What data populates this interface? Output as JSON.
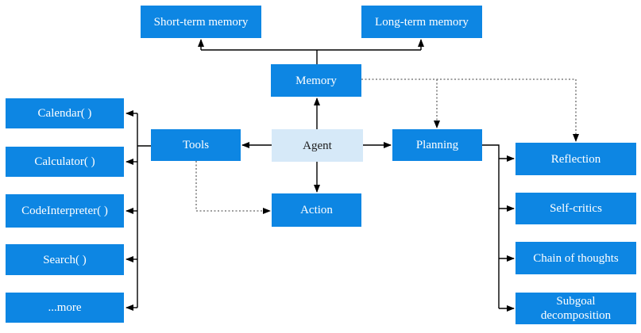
{
  "diagram": {
    "nodes": {
      "short_term_memory": {
        "label": "Short-term memory"
      },
      "long_term_memory": {
        "label": "Long-term memory"
      },
      "memory": {
        "label": "Memory"
      },
      "agent": {
        "label": "Agent"
      },
      "tools": {
        "label": "Tools"
      },
      "planning": {
        "label": "Planning"
      },
      "action": {
        "label": "Action"
      },
      "calendar": {
        "label": "Calendar( )"
      },
      "calculator": {
        "label": "Calculator( )"
      },
      "code_interpreter": {
        "label": "CodeInterpreter( )"
      },
      "search": {
        "label": "Search( )"
      },
      "more": {
        "label": "...more"
      },
      "reflection": {
        "label": "Reflection"
      },
      "self_critics": {
        "label": "Self-critics"
      },
      "chain_of_thoughts": {
        "label": "Chain of thoughts"
      },
      "subgoal_decomposition": {
        "label": "Subgoal decomposition"
      }
    },
    "colors": {
      "node_fill": "#0d86e3",
      "agent_fill": "#d6e9f8",
      "node_text": "#ffffff",
      "agent_text": "#1c1c1c",
      "solid_connector": "#000000",
      "dotted_connector": "#666666",
      "background": "#ffffff"
    }
  }
}
